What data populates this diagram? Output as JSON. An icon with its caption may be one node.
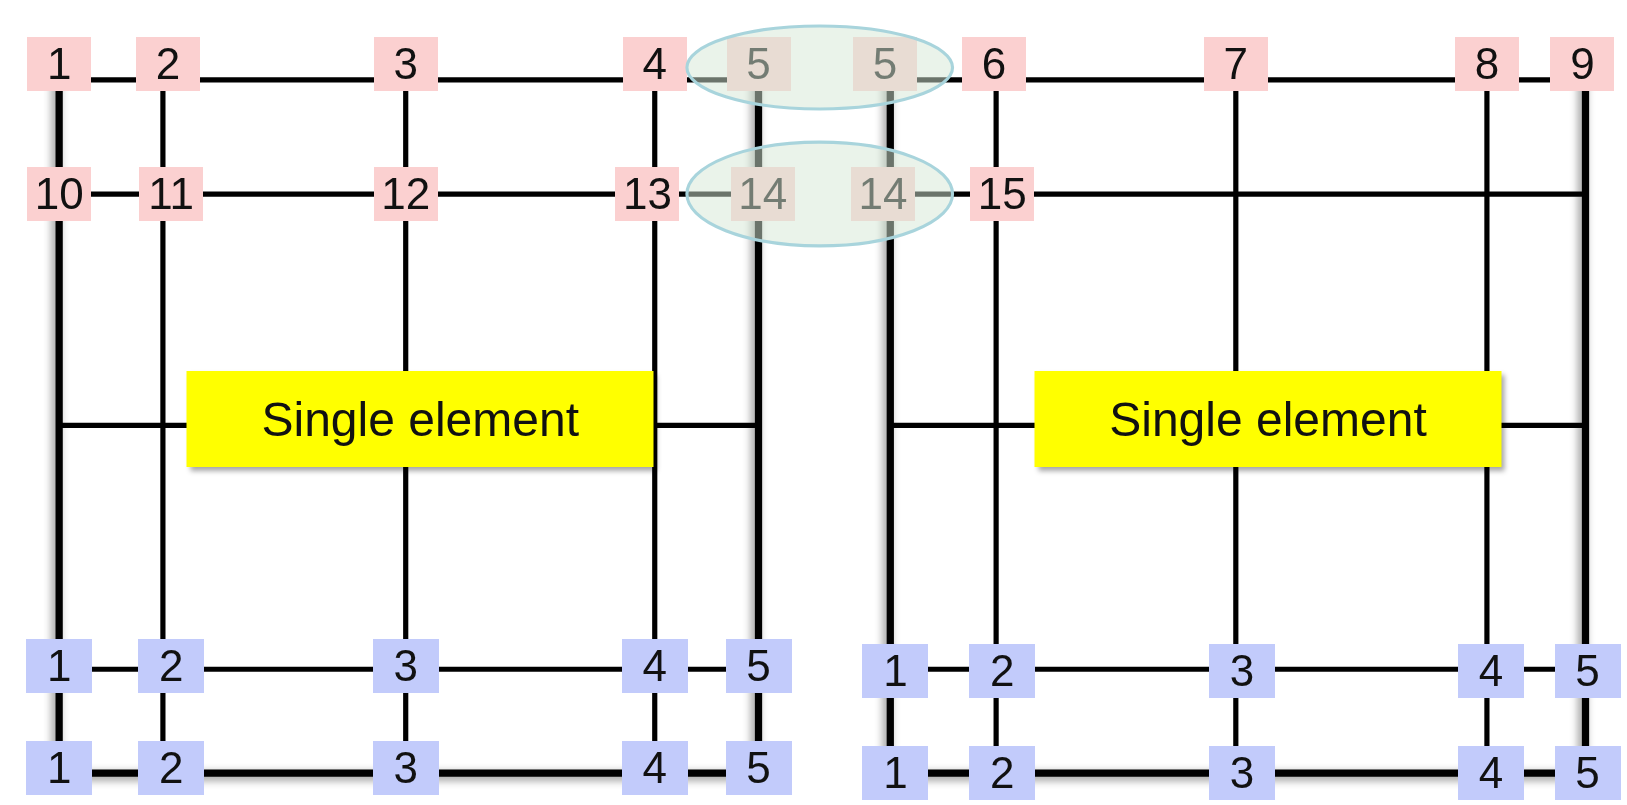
{
  "diagram": {
    "labels": [
      "1",
      "2",
      "3",
      "4",
      "5",
      "5",
      "6",
      "7",
      "8",
      "9",
      "10",
      "11",
      "12",
      "13",
      "14",
      "14",
      "15",
      "Single element",
      "Single element",
      "1",
      "2",
      "3",
      "4",
      "5",
      "1",
      "2",
      "3",
      "4",
      "5",
      "1",
      "2",
      "3",
      "4",
      "5",
      "1",
      "2",
      "3",
      "4",
      "5"
    ]
  }
}
